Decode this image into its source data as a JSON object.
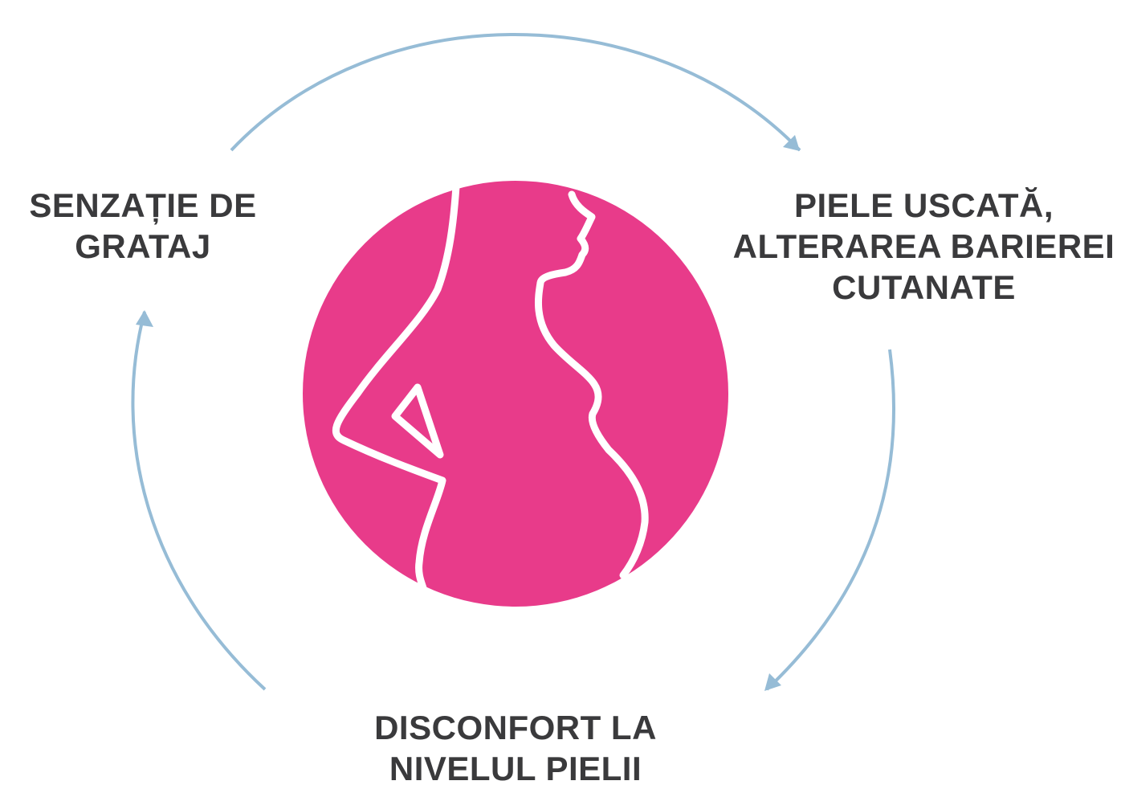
{
  "diagram": {
    "nodes": [
      {
        "id": "senzatie",
        "lines": [
          "SENZAȚIE DE",
          "GRATAJ"
        ]
      },
      {
        "id": "piele",
        "lines": [
          "PIELE USCATĂ,",
          "ALTERAREA BARIEREI",
          "CUTANATE"
        ]
      },
      {
        "id": "disconfort",
        "lines": [
          "DISCONFORT LA",
          "NIVELUL PIELII"
        ]
      }
    ],
    "cycle": [
      "senzatie",
      "piele",
      "disconfort",
      "senzatie"
    ],
    "center_icon": "pregnant-woman-silhouette-icon",
    "colors": {
      "circle": "#e83b8a",
      "silhouette_stroke": "#ffffff",
      "arrows": "#96bcd6",
      "text": "#3a3a3c"
    }
  }
}
